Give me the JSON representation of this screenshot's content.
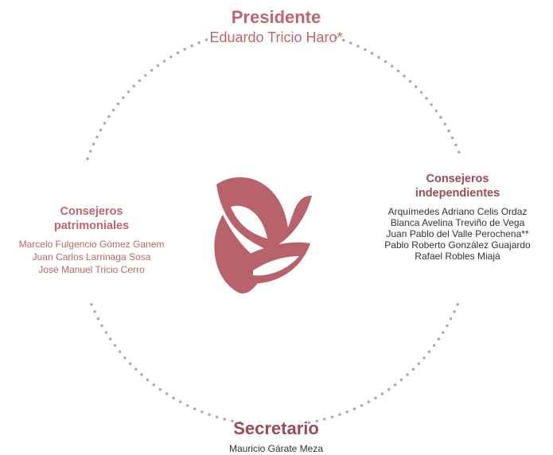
{
  "colors": {
    "accent": "#c0646d",
    "accent_dark": "#9e4a55",
    "dots": "#a6a6a6",
    "logo": "#b8636b",
    "text_dark": "#333333"
  },
  "president": {
    "title": "Presidente",
    "name": "Eduardo Tricio Haro*"
  },
  "patrimonial": {
    "title_line1": "Consejeros",
    "title_line2": "patrimoniales",
    "members": [
      "Marcelo Fulgencio Gómez Ganem",
      "Juan Carlos Larrinaga Sosa",
      "José Manuel Tricio Cerro"
    ]
  },
  "independent": {
    "title_line1": "Consejeros",
    "title_line2": "independientes",
    "members": [
      "Arquímedes Adriano Celis Ordaz",
      "Blanca Avelina Treviño de Vega",
      "Juan Pablo del Valle Perochena**",
      "Pablo Roberto González Guajardo",
      "Rafael Robles Miajá"
    ]
  },
  "secretary": {
    "title": "Secretario",
    "name": "Mauricio Gárate Meza"
  },
  "logo": {
    "icon": "butterfly-logo-icon"
  }
}
